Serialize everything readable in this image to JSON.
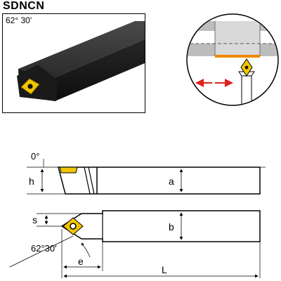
{
  "header": {
    "title": "SDNCN"
  },
  "photo": {
    "angle_label": "62° 30'"
  },
  "application_view": {},
  "side_view": {
    "angle_zero_label": "0°",
    "height_label": "h",
    "width_label": "a"
  },
  "top_view": {
    "offset_label": "s",
    "width_label": "b",
    "approach_angle_label": "62°30′",
    "head_length_label": "e",
    "overall_length_label": "L"
  },
  "colors": {
    "insert_yellow": "#f2c400",
    "edge_orange": "#f08a00",
    "arrow_red": "#e0201c",
    "holder_dark": "#1c1c1c"
  }
}
